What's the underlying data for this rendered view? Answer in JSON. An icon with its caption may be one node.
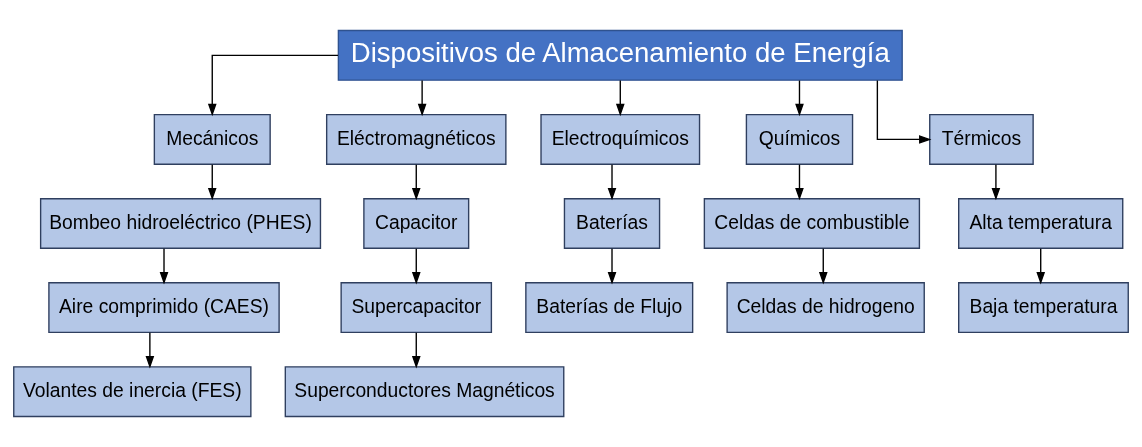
{
  "diagram": {
    "nodes": [
      {
        "text": [
          "Dispositivos de Almacenamiento de Energía"
        ]
      },
      {
        "text": [
          "Mecánicos"
        ]
      },
      {
        "text": [
          "Eléctromagnéticos"
        ]
      },
      {
        "text": [
          "Electroquímicos"
        ]
      },
      {
        "text": [
          "Químicos"
        ]
      },
      {
        "text": [
          "Térmicos"
        ]
      },
      {
        "text": [
          "Bombeo hidroeléctrico (PHES)"
        ]
      },
      {
        "text": [
          "Aire comprimido (CAES)"
        ]
      },
      {
        "text": [
          "Volantes de inercia (FES)"
        ]
      },
      {
        "text": [
          "Capacitor"
        ]
      },
      {
        "text": [
          "Supercapacitor"
        ]
      },
      {
        "text": [
          "Superconductores Magnéticos"
        ]
      },
      {
        "text": [
          "Baterías"
        ]
      },
      {
        "text": [
          "Baterías de Flujo"
        ]
      },
      {
        "text": [
          "Celdas de combustible"
        ]
      },
      {
        "text": [
          "Celdas de hidrogeno"
        ]
      },
      {
        "text": [
          "Alta temperatura"
        ]
      },
      {
        "text": [
          "Baja temperatura"
        ]
      }
    ],
    "edges": [
      {
        "from": 0,
        "to": 1,
        "arrow": "to"
      },
      {
        "from": 0,
        "to": 2,
        "arrow": "to"
      },
      {
        "from": 0,
        "to": 3,
        "arrow": "to"
      },
      {
        "from": 0,
        "to": 4,
        "arrow": "to"
      },
      {
        "from": 0,
        "to": 5,
        "arrow": "to"
      },
      {
        "from": 1,
        "to": 6,
        "arrow": "to"
      },
      {
        "from": 6,
        "to": 7,
        "arrow": "to"
      },
      {
        "from": 7,
        "to": 8,
        "arrow": "to"
      },
      {
        "from": 2,
        "to": 9,
        "arrow": "to"
      },
      {
        "from": 9,
        "to": 10,
        "arrow": "to"
      },
      {
        "from": 10,
        "to": 11,
        "arrow": "to"
      },
      {
        "from": 3,
        "to": 12,
        "arrow": "to"
      },
      {
        "from": 12,
        "to": 13,
        "arrow": "to"
      },
      {
        "from": 4,
        "to": 14,
        "arrow": "to"
      },
      {
        "from": 14,
        "to": 15,
        "arrow": "to"
      },
      {
        "from": 5,
        "to": 16,
        "arrow": "to"
      },
      {
        "from": 16,
        "to": 17,
        "arrow": "to"
      }
    ]
  }
}
